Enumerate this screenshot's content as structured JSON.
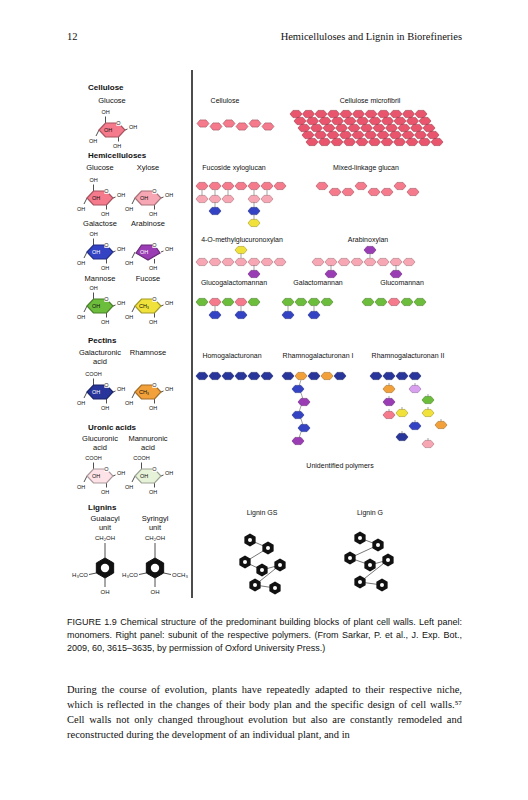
{
  "diagram": {
    "caption": "FIGURE 1.9 Chemical structure of the predominant building blocks of plant cell walls. Left panel: monomers. Right panel: subunit of the respective polymers. (From Sarkar, P. et al., J. Exp. Bot., 2009, 60, 3615–3635, by permission of Oxford University Press.)",
    "labels": [
      "12",
      "Hemicelluloses and Lignin in Biorefineries",
      "Cellulose",
      "Glucose",
      "OH",
      "O",
      "OH",
      "OH",
      "OH",
      "OH",
      "Hemicelluloses",
      "Glucose",
      "Xylose",
      "OH",
      "O",
      "OH",
      "OH",
      "OH",
      "OH",
      "O",
      "OH",
      "OH",
      "OH",
      "OH",
      "Galactose",
      "Arabinose",
      "OH",
      "O",
      "OH",
      "OH",
      "OH",
      "OH",
      "O",
      "OH",
      "OH",
      "OH",
      "OH",
      "Mannose",
      "Fucose",
      "OH",
      "O",
      "OH",
      "OH",
      "OH",
      "OH",
      "O",
      "OH",
      "CH₃",
      "OH",
      "OH",
      "Pectins",
      "Galacturonic acid",
      "Rhamnose",
      "COOH",
      "O",
      "OH",
      "OH",
      "OH",
      "OH",
      "O",
      "OH",
      "CH₃",
      "OH",
      "OH",
      "Uronic acids",
      "Glucuronic acid",
      "Mannuronic acid",
      "COOH",
      "O",
      "OH",
      "OH",
      "OH",
      "OH",
      "COOH",
      "O",
      "OH",
      "OH",
      "OH",
      "OH",
      "Lignins",
      "Guaiacyl unit",
      "Syringyl unit",
      "CH₂OH",
      "H₃CO",
      "OH",
      "CH₂OH",
      "H₃CO",
      "OCH₃",
      "OH",
      "Cellulose",
      "Cellulose microfibril",
      "Fucoside xyloglucan",
      "Mixed-linkage glucan",
      "4-O-methylglucuronoxylan",
      "Arabinoxylan",
      "Glucogalactomannan",
      "Galactomannan",
      "Glucomannan",
      "Homogalacturonan",
      "Rhamnogalacturonan I",
      "Rhamnogalacturonan II",
      "Unidentified polymers",
      "Lignin GS",
      "Lignin G",
      "During the course of evolution, plants have repeatedly adapted to their respective niche, which is reflected in the changes of their body plan and the specific design of cell walls.⁵⁷ Cell walls not only changed throughout evolution but also are constantly remodeled and reconstructed during the development of an individual plant, and in"
    ]
  }
}
